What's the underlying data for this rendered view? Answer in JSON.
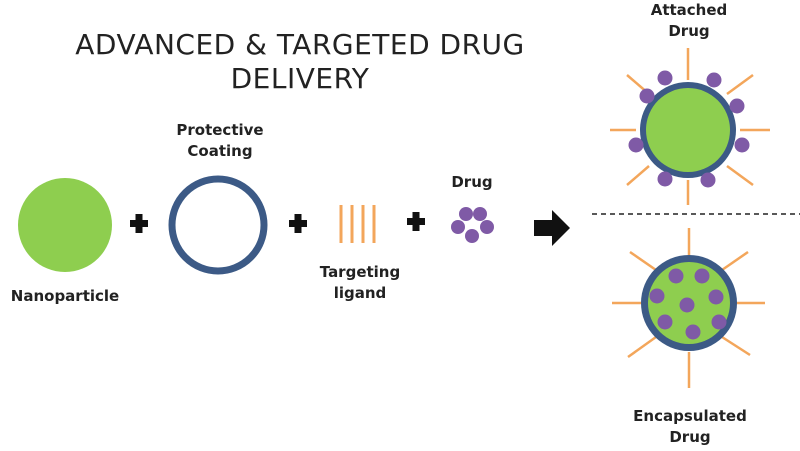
{
  "title": [
    "ADVANCED & TARGETED DRUG",
    "DELIVERY"
  ],
  "labels": {
    "nanoparticle": "Nanoparticle",
    "protective_coating": [
      "Protective",
      "Coating"
    ],
    "targeting_ligand": [
      "Targeting",
      "ligand"
    ],
    "drug": "Drug",
    "attached_drug": [
      "Attached",
      "Drug"
    ],
    "encapsulated_drug": [
      "Encapsulated",
      "Drug"
    ]
  },
  "colors": {
    "nanoparticle": "#8ece4f",
    "coating": "#3c5a86",
    "ligand": "#f3a65b",
    "drug": "#7f5aa6",
    "operator": "#111111"
  }
}
